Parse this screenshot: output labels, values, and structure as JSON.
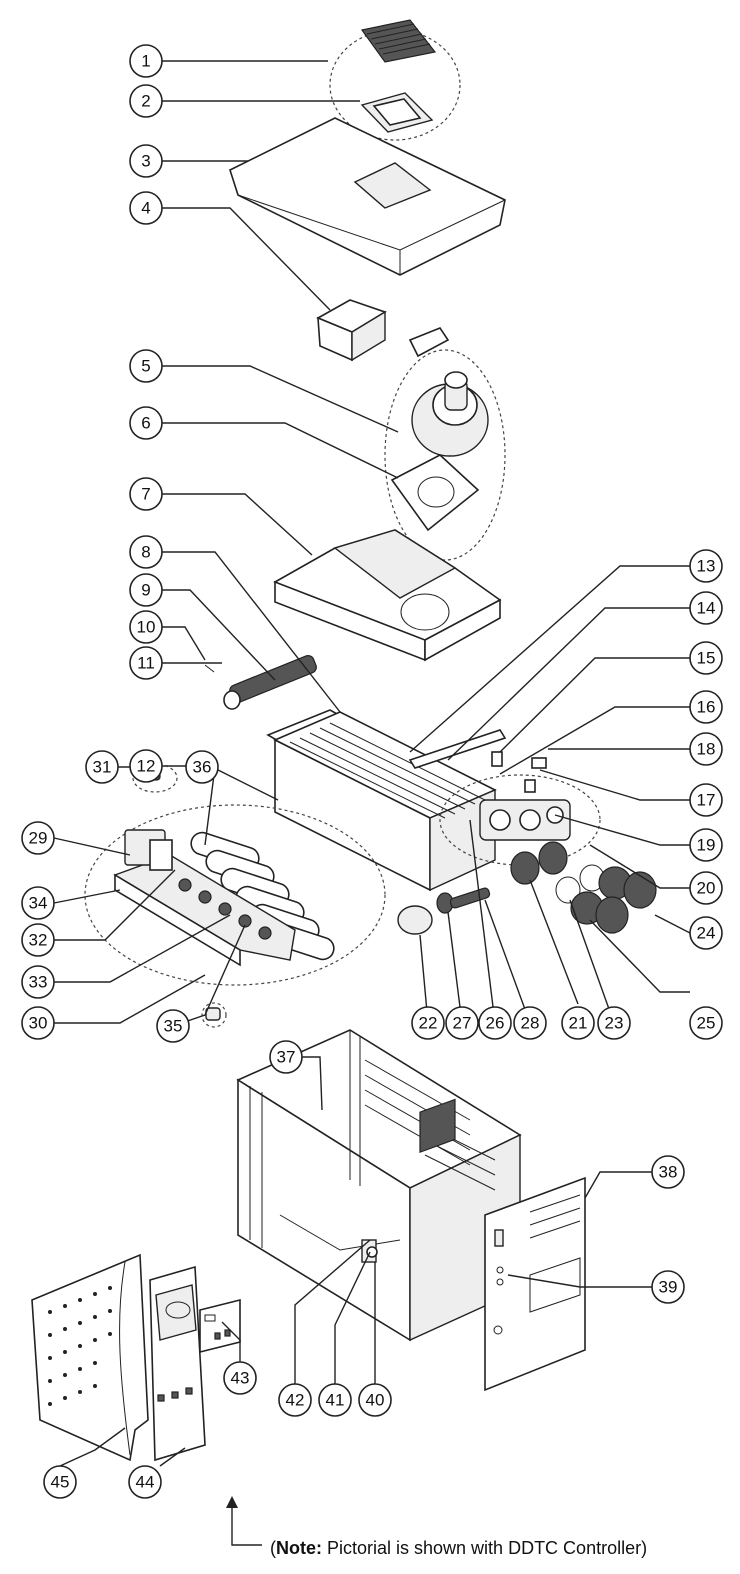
{
  "callouts": [
    "1",
    "2",
    "3",
    "4",
    "5",
    "6",
    "7",
    "8",
    "9",
    "10",
    "11",
    "12",
    "13",
    "14",
    "15",
    "16",
    "17",
    "18",
    "19",
    "20",
    "21",
    "22",
    "23",
    "24",
    "25",
    "26",
    "27",
    "28",
    "29",
    "30",
    "31",
    "32",
    "33",
    "34",
    "35",
    "36",
    "37",
    "38",
    "39",
    "40",
    "41",
    "42",
    "43",
    "44",
    "45"
  ],
  "note": {
    "open": "(",
    "bold": "Note:",
    "text": " Pictorial is shown with DDTC Controller)"
  }
}
